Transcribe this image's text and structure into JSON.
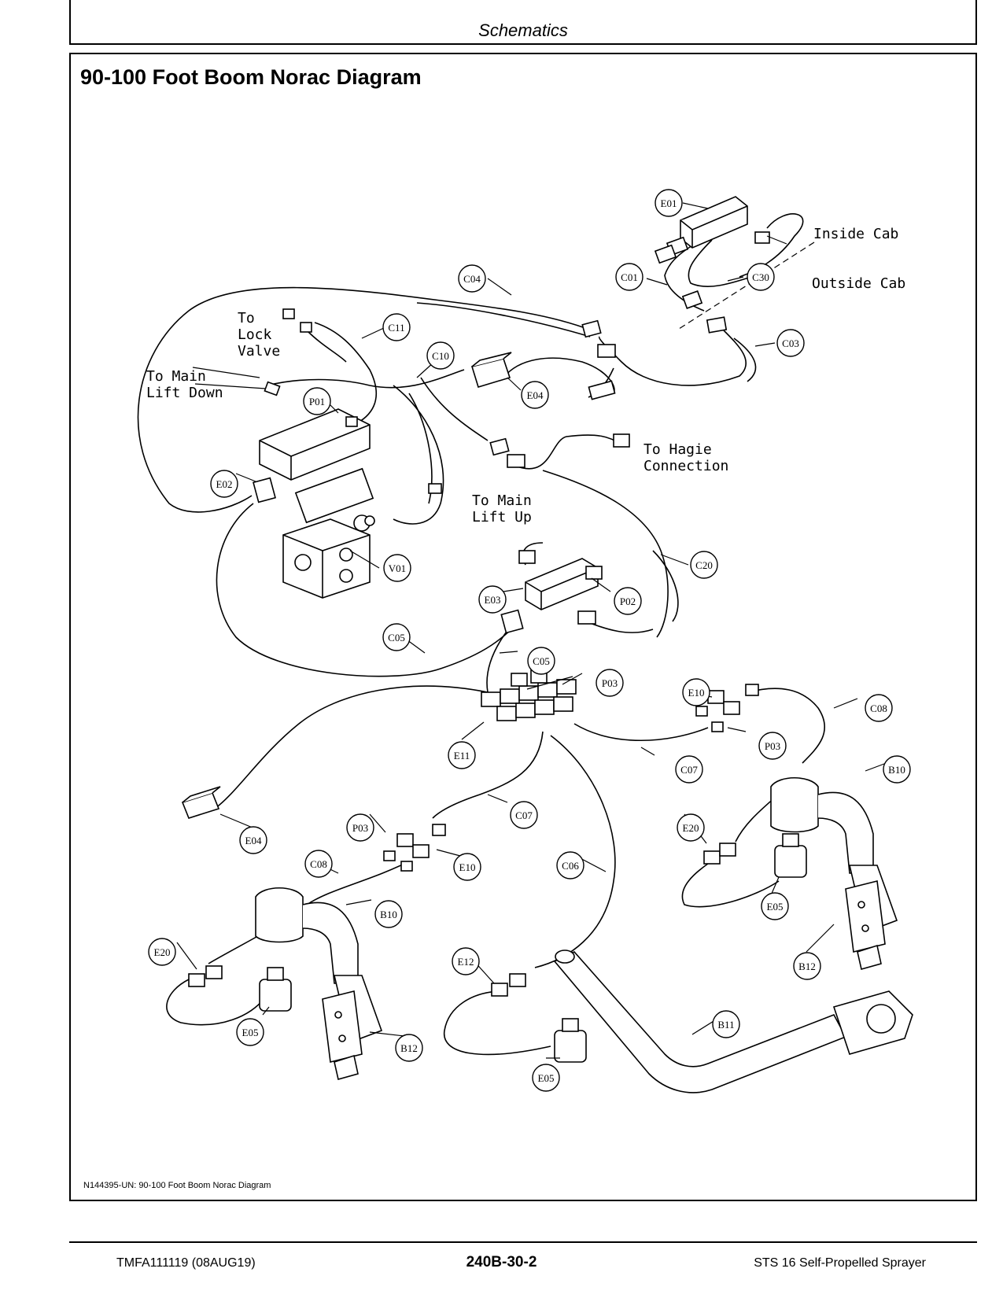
{
  "header": {
    "section_title": "Schematics"
  },
  "figure": {
    "title": "90-100 Foot Boom Norac Diagram",
    "caption": "N144395-UN: 90-100 Foot Boom Norac Diagram",
    "notes": {
      "inside_cab": "Inside Cab",
      "outside_cab": "Outside Cab",
      "to_lock_valve": [
        "To",
        "Lock",
        "Valve"
      ],
      "to_main_lift_down": [
        "To Main",
        "Lift Down"
      ],
      "to_hagie_connection": [
        "To Hagie",
        "Connection"
      ],
      "to_main_lift_up": [
        "To Main",
        "Lift Up"
      ]
    },
    "tags": {
      "e01": "E01",
      "c01": "C01",
      "c30": "C30",
      "c03": "C03",
      "c04": "C04",
      "c11": "C11",
      "c10": "C10",
      "e04_top": "E04",
      "p01": "P01",
      "e02": "E02",
      "v01": "V01",
      "c20": "C20",
      "e03": "E03",
      "p02": "P02",
      "c05_left": "C05",
      "c05_mid": "C05",
      "p03_top": "P03",
      "e10_right": "E10",
      "c08_right": "C08",
      "p03_right": "P03",
      "e11": "E11",
      "c07_right": "C07",
      "b10_right": "B10",
      "e20_right": "E20",
      "e05_right": "E05",
      "b12_right": "B12",
      "c07_left": "C07",
      "p03_left": "P03",
      "e04_bottom": "E04",
      "e10_left": "E10",
      "c08_left": "C08",
      "c06": "C06",
      "b10_left": "B10",
      "e20_left": "E20",
      "e05_left": "E05",
      "b12_left": "B12",
      "e12": "E12",
      "b11": "B11",
      "e05_bottom": "E05"
    }
  },
  "footer": {
    "doc_id": "TMFA111119 (08AUG19)",
    "page_number": "240B-30-2",
    "product": "STS 16 Self-Propelled Sprayer"
  }
}
